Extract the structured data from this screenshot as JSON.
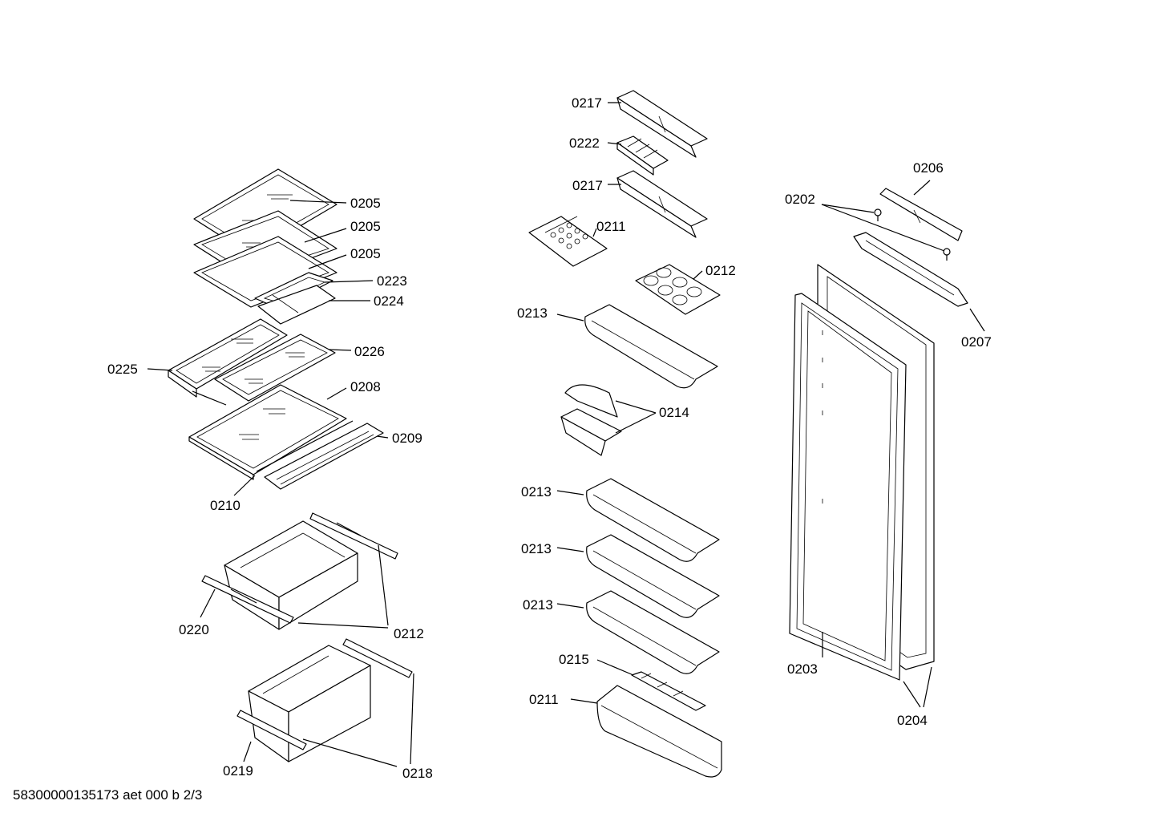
{
  "labels": {
    "l0205a": "0205",
    "l0205b": "0205",
    "l0205c": "0205",
    "l0223": "0223",
    "l0224": "0224",
    "l0225": "0225",
    "l0226": "0226",
    "l0208": "0208",
    "l0209": "0209",
    "l0210": "0210",
    "l0220": "0220",
    "l0212a": "0212",
    "l0219": "0219",
    "l0218": "0218",
    "l0217a": "0217",
    "l0222": "0222",
    "l0217b": "0217",
    "l0211a": "0211",
    "l0212b": "0212",
    "l0213a": "0213",
    "l0214": "0214",
    "l0213b": "0213",
    "l0213c": "0213",
    "l0213d": "0213",
    "l0215": "0215",
    "l0211b": "0211",
    "l0206": "0206",
    "l0202": "0202",
    "l0207": "0207",
    "l0203": "0203",
    "l0204": "0204"
  },
  "footer": "58300000135173 aet 000 b 2/3"
}
